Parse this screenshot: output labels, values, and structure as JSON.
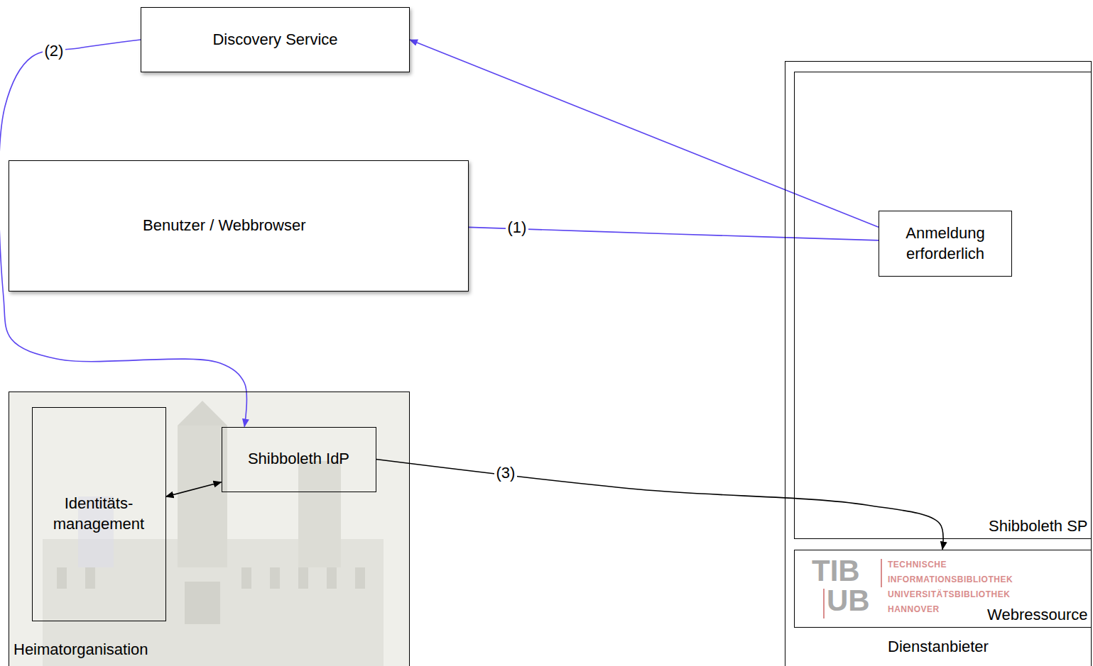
{
  "diagram": {
    "nodes": [
      {
        "text": [
          "Discovery Service"
        ]
      },
      {
        "text": [
          "Benutzer / Webbrowser"
        ]
      },
      {
        "text": [
          "Heimatorganisation"
        ]
      },
      {
        "text": [
          "Identitäts- management"
        ],
        "in": 2
      },
      {
        "text": [
          "Shibboleth IdP"
        ],
        "in": 2
      },
      {
        "text": [
          "Dienstanbieter"
        ]
      },
      {
        "text": [
          "Shibboleth SP"
        ],
        "in": 5
      },
      {
        "text": [
          "Anmeldung erforderlich"
        ],
        "in": 6
      },
      {
        "text": [
          "Webressource"
        ],
        "in": 5
      }
    ],
    "edges": [
      {
        "from": 1,
        "to": 7,
        "label": "(1)",
        "arrow": "none"
      },
      {
        "from": 7,
        "to": 0,
        "arrow": "to"
      },
      {
        "from": 0,
        "to": 4,
        "label": "(2)",
        "arrow": "to"
      },
      {
        "from": 4,
        "to": 8,
        "label": "(3)",
        "arrow": "to"
      },
      {
        "from": 3,
        "to": 4,
        "arrow": "both"
      }
    ],
    "labels": [
      "TIB",
      "UB",
      "TECHNISCHE",
      "INFORMATIONSBIBLIOTHEK",
      "UNIVERSITÄTSBIBLIOTHEK",
      "HANNOVER"
    ]
  }
}
